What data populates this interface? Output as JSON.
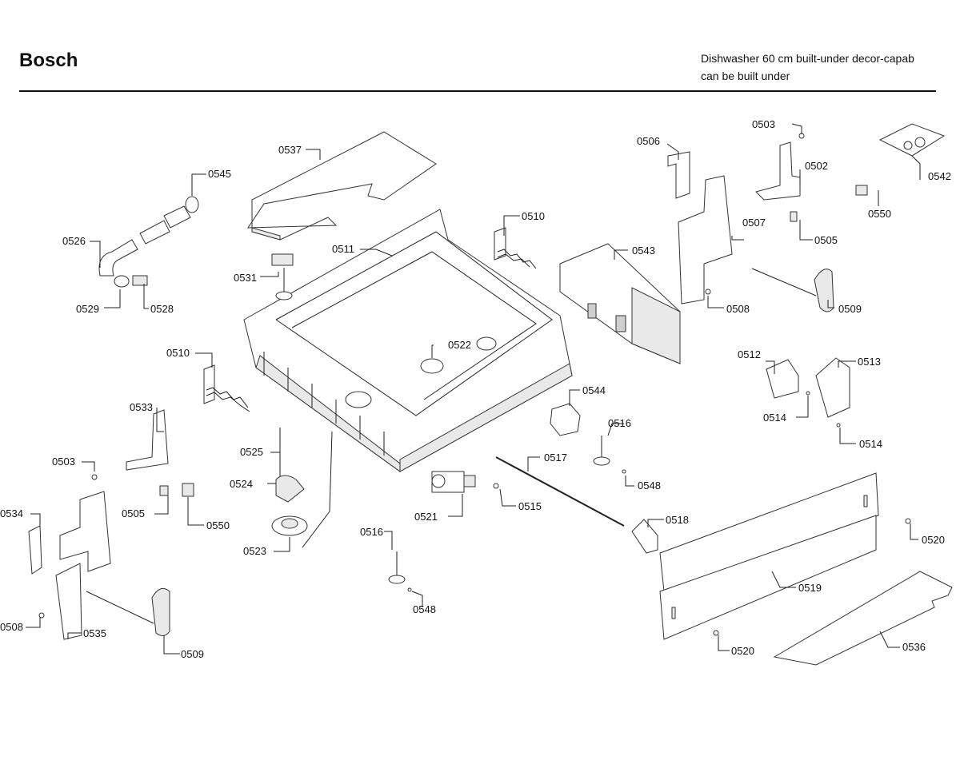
{
  "header": {
    "brand": "Bosch",
    "subtitle_line1": "Dishwasher 60 cm built-under decor-capab",
    "subtitle_line2": "can be built under"
  },
  "parts": {
    "p0503a": "0503",
    "p0506": "0506",
    "p0502": "0502",
    "p0542": "0542",
    "p0537": "0537",
    "p0545": "0545",
    "p0550a": "0550",
    "p0510a": "0510",
    "p0507": "0507",
    "p0505a": "0505",
    "p0526": "0526",
    "p0511": "0511",
    "p0543": "0543",
    "p0531": "0531",
    "p0529": "0529",
    "p0528": "0528",
    "p0508a": "0508",
    "p0509a": "0509",
    "p0522": "0522",
    "p0510b": "0510",
    "p0512": "0512",
    "p0513": "0513",
    "p0544": "0544",
    "p0533": "0533",
    "p0514a": "0514",
    "p0514b": "0514",
    "p0516a": "0516",
    "p0525": "0525",
    "p0503b": "0503",
    "p0517": "0517",
    "p0524": "0524",
    "p0548a": "0548",
    "p0505b": "0505",
    "p0515": "0515",
    "p0534": "0534",
    "p0550b": "0550",
    "p0521": "0521",
    "p0518": "0518",
    "p0520a": "0520",
    "p0523": "0523",
    "p0516b": "0516",
    "p0519": "0519",
    "p0548b": "0548",
    "p0508b": "0508",
    "p0535": "0535",
    "p0509b": "0509",
    "p0520b": "0520",
    "p0536": "0536"
  }
}
